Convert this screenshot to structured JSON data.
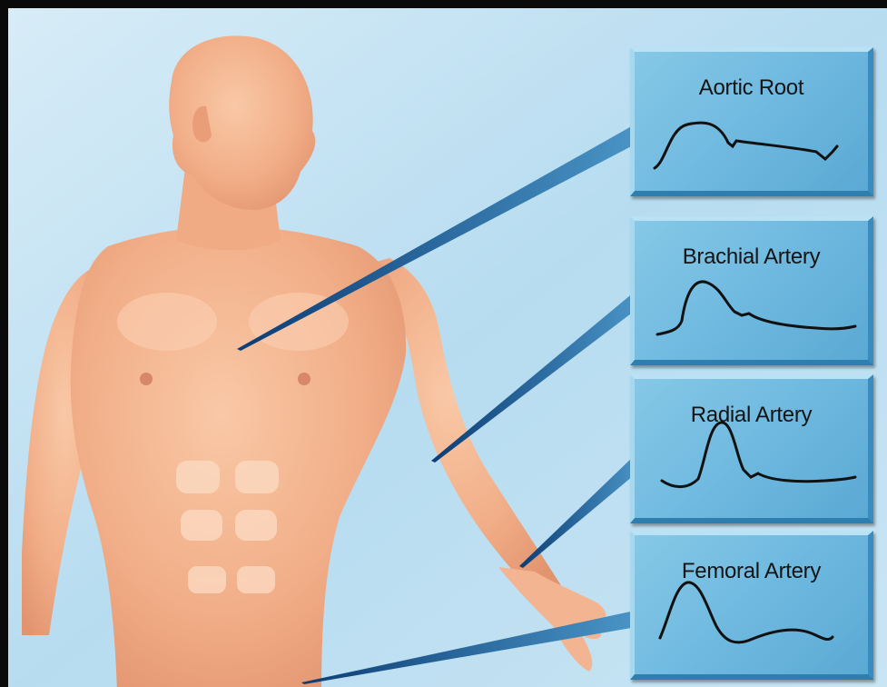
{
  "panels": [
    {
      "label": "Aortic Root"
    },
    {
      "label": "Brachial Artery"
    },
    {
      "label": "Radial Artery"
    },
    {
      "label": "Femoral Artery"
    }
  ],
  "colors": {
    "panel": "#6fb9e0",
    "skin": "#f3b08c",
    "background": "#bfe0f2",
    "leader": "#1e5f9a",
    "border": "#0a0a0a"
  }
}
